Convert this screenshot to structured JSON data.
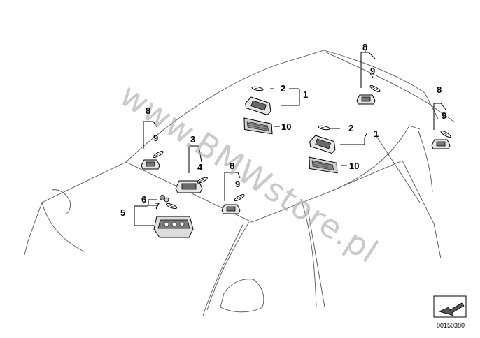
{
  "watermark": "www.BMWstore.pl",
  "drawing_number": "00150380",
  "icons": {
    "view_direction": "arrow-icon"
  },
  "callouts": [
    {
      "text": "8"
    },
    {
      "text": "9"
    },
    {
      "text": "2"
    },
    {
      "text": "1"
    },
    {
      "text": "10"
    },
    {
      "text": "8"
    },
    {
      "text": "9"
    },
    {
      "text": "8"
    },
    {
      "text": "9"
    },
    {
      "text": "3"
    },
    {
      "text": "4"
    },
    {
      "text": "2"
    },
    {
      "text": "1"
    },
    {
      "text": "10"
    },
    {
      "text": "8"
    },
    {
      "text": "9"
    },
    {
      "text": "6"
    },
    {
      "text": "7"
    },
    {
      "text": "5"
    }
  ]
}
